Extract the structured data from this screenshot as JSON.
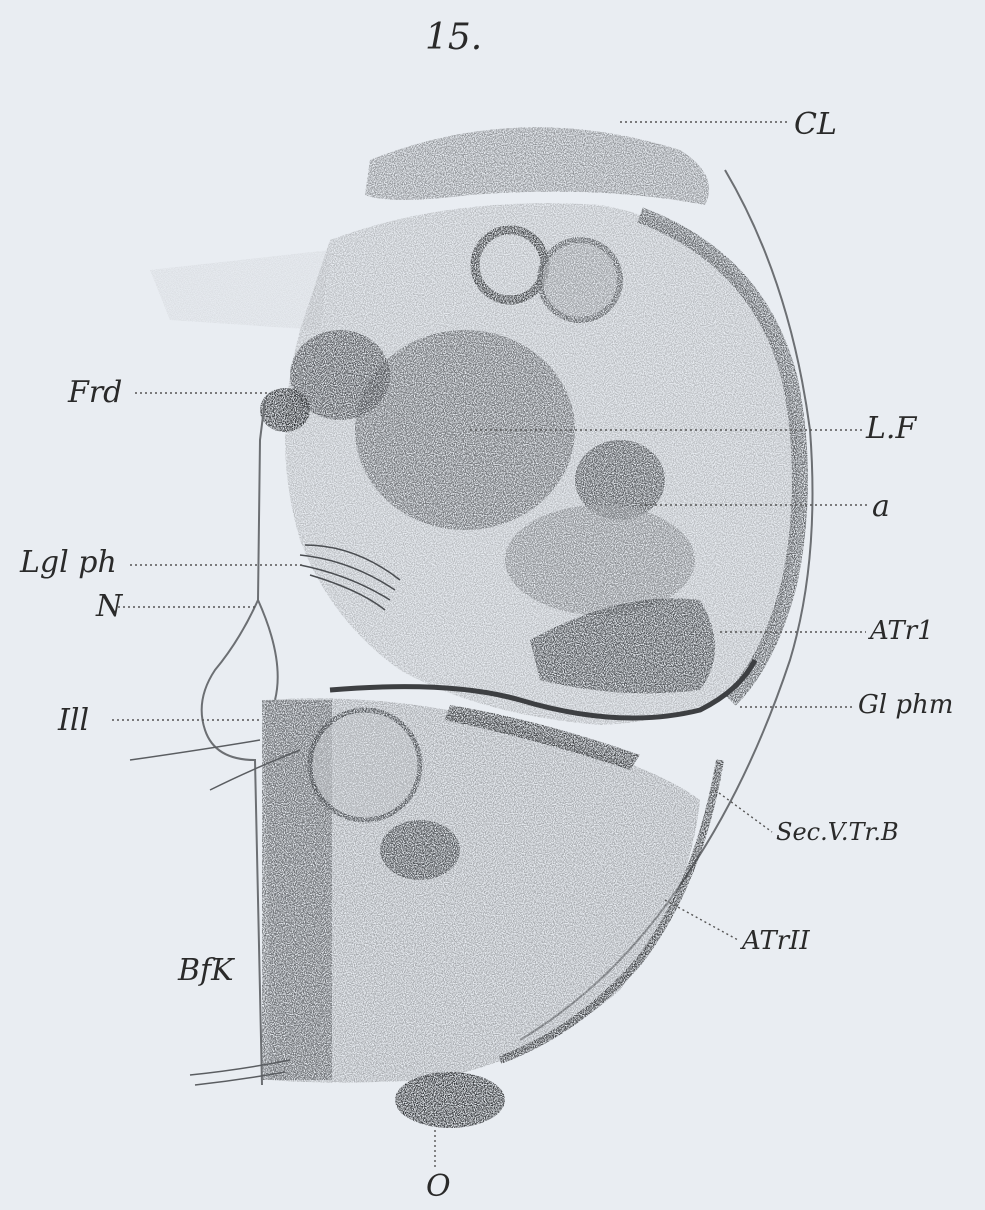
{
  "figure": {
    "number": "15.",
    "labels": {
      "cl": "CL",
      "frd": "Frd",
      "lf": "L.F",
      "a": "a",
      "lglph": "Lgl ph",
      "n": "N",
      "atr1": "ATr1",
      "glphm": "Gl phm",
      "ill": "Ill",
      "secvtrb": "Sec.V.Tr.B",
      "atrii": "ATrII",
      "bfk": "BfK",
      "o": "O"
    }
  },
  "colors": {
    "background": "#e9edf2",
    "ink": "#2a2a2a",
    "tissue_light": "#c9ccd0",
    "tissue_mid": "#8f9296",
    "tissue_dark": "#3d3f42"
  }
}
